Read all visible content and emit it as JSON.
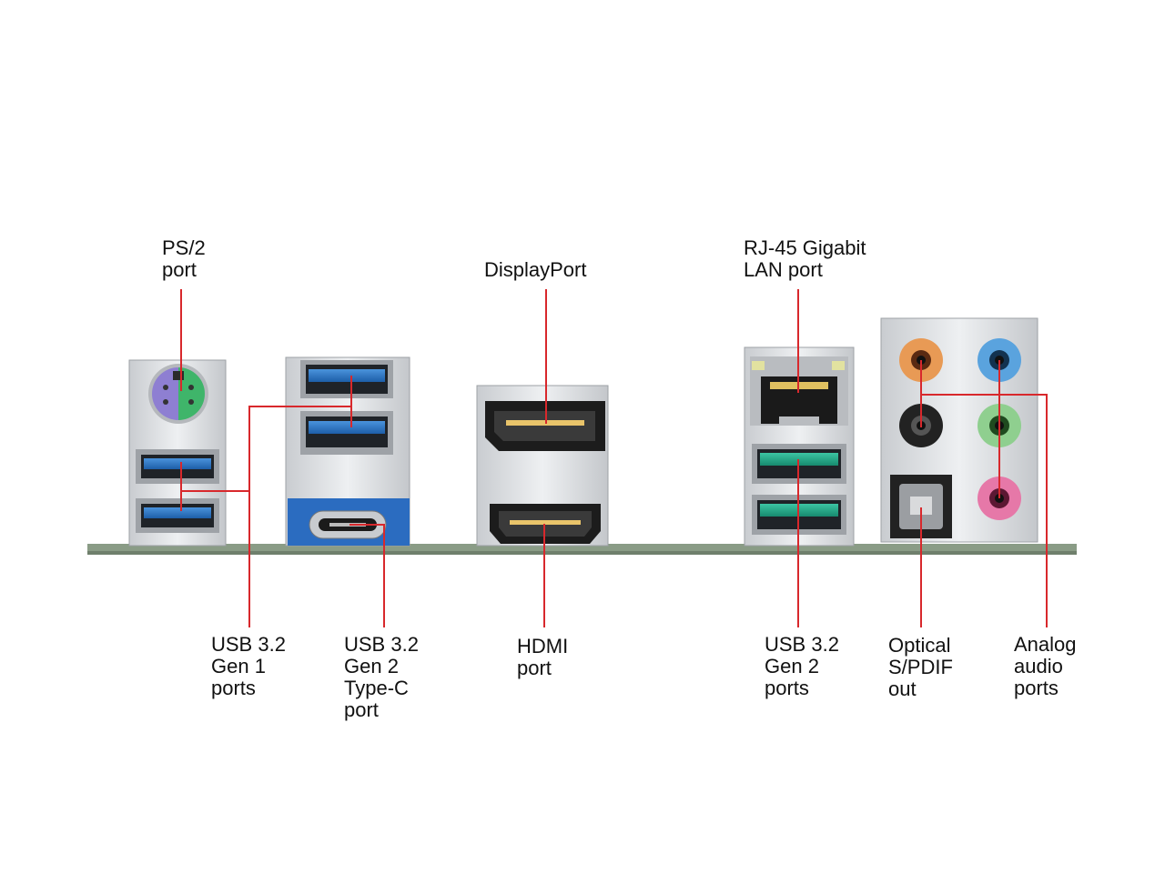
{
  "colors": {
    "leader": "#d8282c",
    "pcb": "#8a9c86",
    "metal": "#d9dcdf",
    "usb_gen1": "#2f7fd0",
    "usb_gen2": "#23a98a",
    "ps2_keyboard": "#8e7fd2",
    "ps2_mouse": "#3fb56a",
    "audio_orange": "#e89a55",
    "audio_blue": "#5aa3de",
    "audio_black": "#222222",
    "audio_green": "#8fcf8f",
    "audio_pink": "#e678a8"
  },
  "labels": {
    "ps2": [
      "PS/2",
      "port"
    ],
    "displayport": [
      "DisplayPort"
    ],
    "rj45": [
      "RJ-45 Gigabit",
      "LAN port"
    ],
    "usb_gen1": [
      "USB 3.2",
      "Gen 1",
      "ports"
    ],
    "usb_typec": [
      "USB 3.2",
      "Gen 2",
      "Type-C",
      "port"
    ],
    "hdmi": [
      "HDMI",
      "port"
    ],
    "usb_gen2": [
      "USB 3.2",
      "Gen 2",
      "ports"
    ],
    "optical": [
      "Optical",
      "S/PDIF",
      "out"
    ],
    "analog": [
      "Analog",
      "audio",
      "ports"
    ]
  },
  "icons": [
    "ps2-port-icon",
    "usb-port-icon",
    "usb-typec-port-icon",
    "displayport-icon",
    "hdmi-port-icon",
    "rj45-port-icon",
    "audio-jack-icon",
    "optical-port-icon"
  ]
}
